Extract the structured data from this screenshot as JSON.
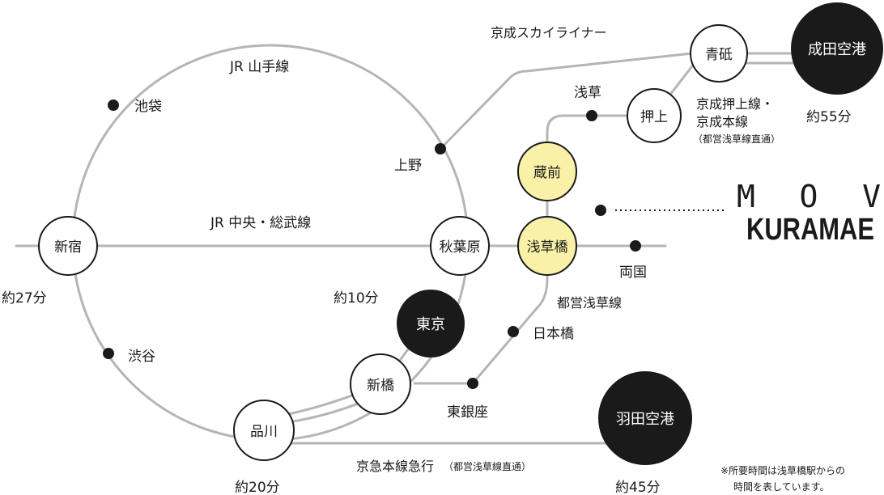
{
  "colors": {
    "line": "#b5b5b5",
    "ink": "#1a1a1a",
    "highlight": "#faf1a8"
  },
  "stations": {
    "shinjuku": "新宿",
    "akihabara": "秋葉原",
    "asakusabashi": "浅草橋",
    "kuramae": "蔵前",
    "oshiage": "押上",
    "aoto": "青砥",
    "narita": "成田空港",
    "tokyo": "東京",
    "shinbashi": "新橋",
    "shinagawa": "品川",
    "haneda": "羽田空港"
  },
  "minor_stations": {
    "ikebukuro": "池袋",
    "ueno": "上野",
    "shibuya": "渋谷",
    "asakusa": "浅草",
    "ryogoku": "両国",
    "nihonbashi": "日本橋",
    "higashiginza": "東銀座"
  },
  "lines": {
    "yamanote": "JR 山手線",
    "chuo_sobu": "JR 中央・総武線",
    "skyliner": "京成スカイライナー",
    "oshiage_1": "京成押上線・",
    "oshiage_2": "京成本線",
    "oshiage_3": "（都営浅草線直通）",
    "toei_asakusa": "都営浅草線",
    "keikyu": "京急本線急行",
    "keikyu_note": "（都営浅草線直通）"
  },
  "times": {
    "shinjuku": "約27分",
    "tokyo": "約10分",
    "narita": "約55分",
    "shinagawa": "約20分",
    "haneda": "約45分"
  },
  "brand": {
    "top": "M O V",
    "bottom": "KURAMAE"
  },
  "footnote": {
    "line1": "※所要時間は浅草橋駅からの",
    "line2": "時間を表しています。"
  }
}
